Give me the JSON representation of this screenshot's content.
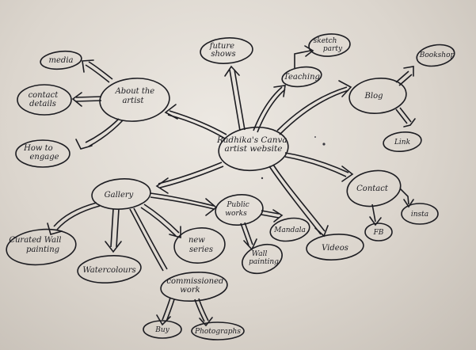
{
  "nodes": {
    "center": "Radhika's Canva artist website",
    "about": "About the artist",
    "about_media": "media",
    "about_contact": "contact details",
    "about_engage": "How to engage",
    "gallery": "Gallery",
    "gallery_curated": "Curated Wall painting",
    "gallery_watercolours": "Watercolours",
    "gallery_new_series": "new series",
    "gallery_commissioned": "commissioned work",
    "commissioned_buy": "Buy",
    "commissioned_photographs": "Photographs",
    "public_works": "Public works",
    "public_mandala": "Mandala",
    "public_wall_painting": "Wall painting",
    "future_shows": "future shows",
    "teaching": "Teaching",
    "sketch_party": "sketch party",
    "blog": "Blog",
    "blog_top": "Bookshop",
    "blog_bottom": "Link",
    "contact": "Contact",
    "contact_fb": "FB",
    "contact_insta": "insta",
    "videos": "Videos"
  }
}
